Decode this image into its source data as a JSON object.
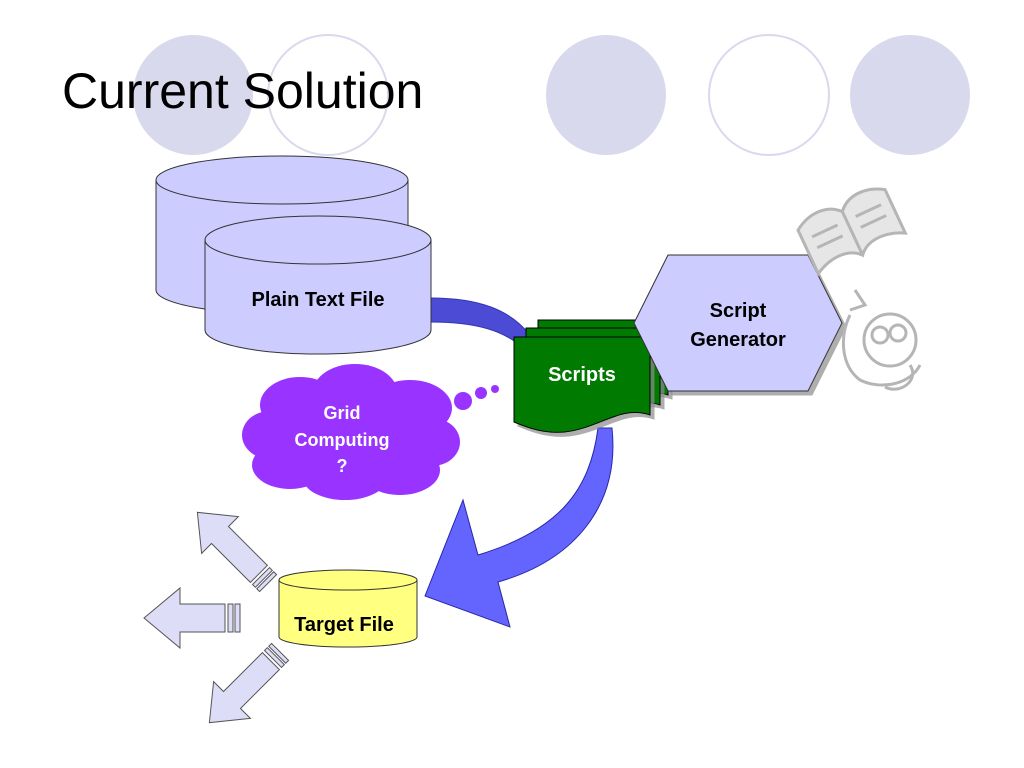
{
  "slide": {
    "title": "Current Solution"
  },
  "nodes": {
    "plain_text_file": "Plain Text File",
    "scripts": "Scripts",
    "script_generator_line1": "Script",
    "script_generator_line2": "Generator",
    "grid_line1": "Grid",
    "grid_line2": "Computing",
    "grid_line3": "?",
    "target_file": "Target File"
  },
  "colors": {
    "decor_circle_fill": "#d9d9ee",
    "decor_circle_stroke": "#d9d9ee",
    "cylinder_fill": "#ccccff",
    "connector_blue": "#4b4bd6",
    "arrow_blue": "#6464ff",
    "scripts_green": "#007a00",
    "hexagon_fill": "#ccccff",
    "cloud_purple": "#9933ff",
    "target_yellow": "#ffff80",
    "outline_arrow_fill": "#ddddf7",
    "clipart_gray": "#b5b5b5"
  },
  "icons": [
    "book-clipart-icon",
    "person-reading-clipart-icon"
  ]
}
